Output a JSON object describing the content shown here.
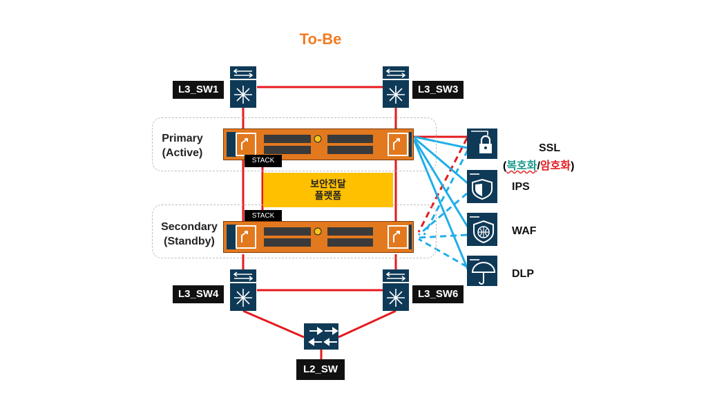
{
  "title": "To-Be",
  "zones": {
    "primary": [
      "Primary",
      "(Active)"
    ],
    "secondary": [
      "Secondary",
      "(Standby)"
    ]
  },
  "switches": {
    "sw1": "L3_SW1",
    "sw3": "L3_SW3",
    "sw4": "L3_SW4",
    "sw6": "L3_SW6",
    "l2": "L2_SW"
  },
  "stack_label": "STACK",
  "platform": [
    "보안전달",
    "플랫폼"
  ],
  "services": {
    "ssl": "SSL",
    "ssl_paren_open": "(",
    "ssl_decrypt": "복호화",
    "ssl_slash": "/",
    "ssl_encrypt": "암호화",
    "ssl_paren_close": ")",
    "ips": "IPS",
    "waf": "WAF",
    "dlp": "DLP"
  },
  "icons": {
    "switch": "l3-switch-icon",
    "l2": "l2-switch-icon",
    "ssl": "lock-icon",
    "ips": "shield-icon",
    "waf": "globe-shield-icon",
    "dlp": "umbrella-icon"
  },
  "colors": {
    "title": "#f47b20",
    "link": "#e5191c",
    "service_link": "#1eaee8",
    "appliance": "#e2791f",
    "switch": "#0f3a57",
    "platform": "#ffc000",
    "decrypt": "#1a9a8a",
    "encrypt": "#e5191c"
  }
}
